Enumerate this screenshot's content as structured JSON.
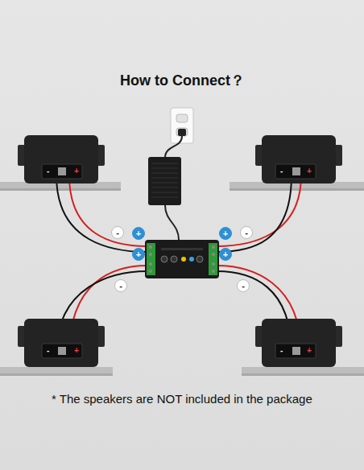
{
  "diagram": {
    "title": "How to Connect？",
    "caption": "* The speakers are NOT included in the package",
    "nodes": [
      {
        "text": [
          "+"
        ]
      },
      {
        "text": [
          "-"
        ]
      },
      {
        "text": [
          "+"
        ]
      },
      {
        "text": [
          "-"
        ]
      },
      {
        "text": [
          "+"
        ]
      },
      {
        "text": [
          "-"
        ]
      },
      {
        "text": [
          "+"
        ]
      },
      {
        "text": [
          "-"
        ]
      }
    ],
    "labels": [
      "-",
      "+",
      "-",
      "+",
      "-",
      "+",
      "-",
      "+"
    ]
  }
}
